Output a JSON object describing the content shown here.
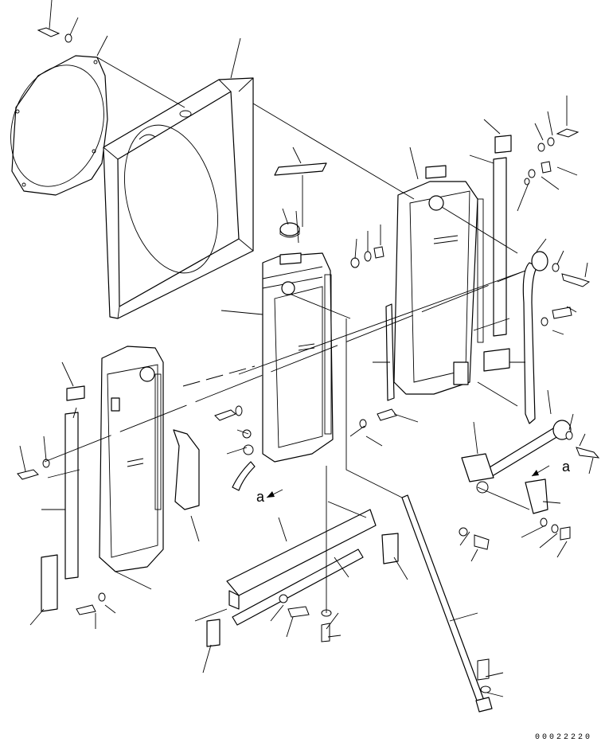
{
  "diagram": {
    "arrow_labels": [
      "a",
      "a"
    ],
    "drawing_number": "00022220"
  }
}
